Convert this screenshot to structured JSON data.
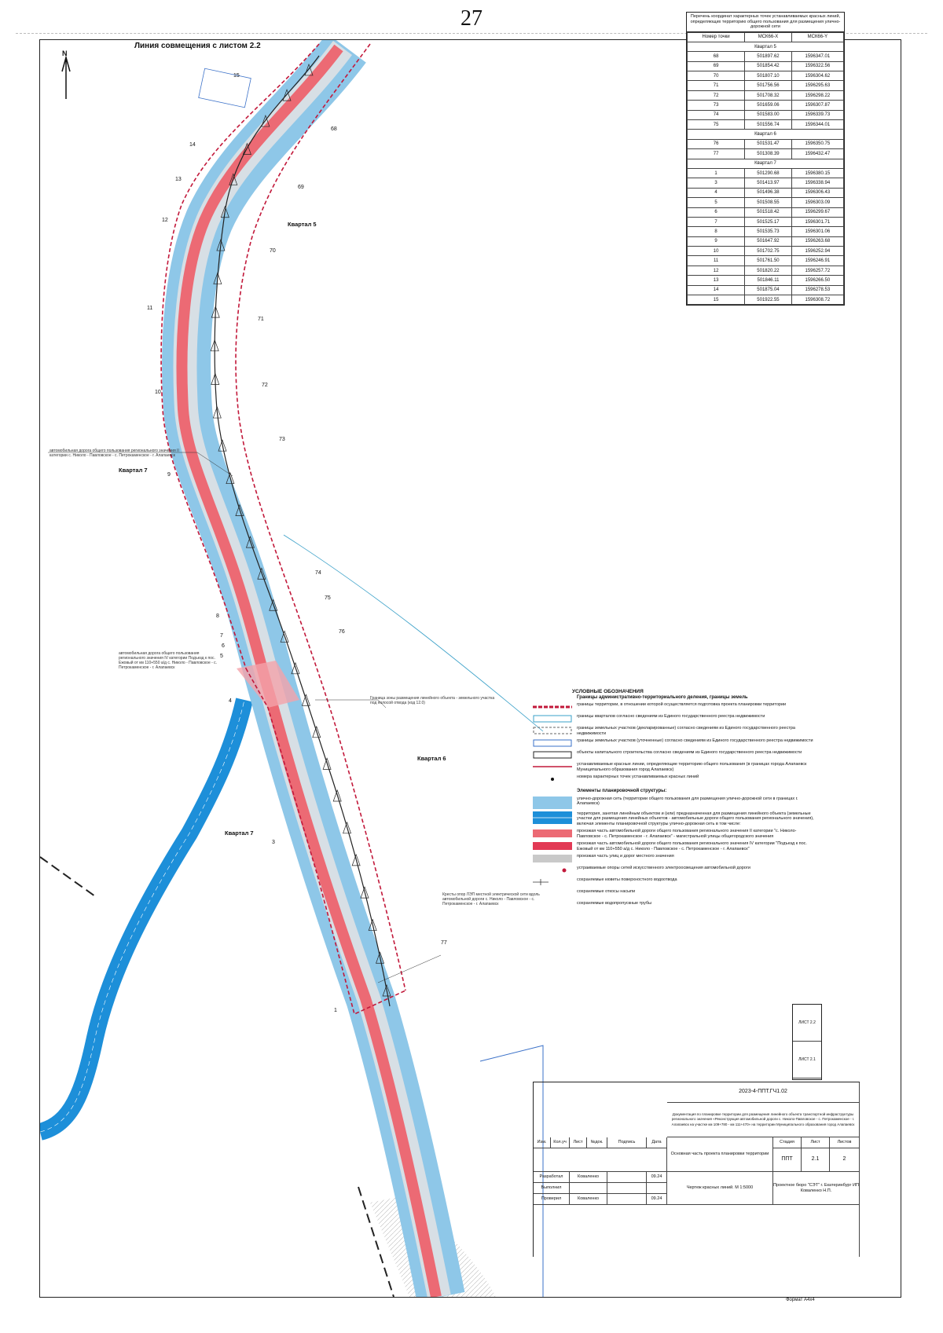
{
  "page_number": "27",
  "match_line": "Линия совмещения с листом 2.2",
  "north_label": "N",
  "kvartals": {
    "k5": "Квартал 5",
    "k6": "Квартал 6",
    "k7_upper": "Квартал 7",
    "k7_lower": "Квартал 7"
  },
  "point_labels": {
    "left": [
      "15",
      "14",
      "13",
      "12",
      "11",
      "10",
      "9",
      "8",
      "7",
      "6",
      "5",
      "4",
      "3",
      "1"
    ],
    "right": [
      "68",
      "69",
      "70",
      "71",
      "72",
      "73",
      "74",
      "75",
      "76",
      "77"
    ]
  },
  "notes": {
    "road_left": "автомобильная дорога общего пользования регионального значения II категории с. Николо - Павловское - с. Петрокаменское - г. Алапаевск",
    "road_side": "автомобильная дорога общего пользования регионального значения IV категории Подъезд к пос. Ежовый от км 110+550 а/д с. Николо - Павловское - с. Петрокаменское - г. Алапаевск",
    "zone": "Граница зоны размещения линейного объекта - земельного участка под полосой отвода (код 12.0)",
    "lower": "Кресты опор ЛЭП местной электрической сети вдоль автомобильной дороги с. Николо - Павловское - с. Петрокаменское - г. Алапаевск"
  },
  "coord_table": {
    "title": "Перечень координат характерных точек устанавливаемых красных линий, определяющих территорию общего пользования для размещения улично-дорожной сети",
    "headers": [
      "Номер точки",
      "МСК66-X",
      "МСК66-Y"
    ],
    "groups": [
      {
        "name": "Квартал 5",
        "rows": [
          [
            "68",
            "501897.62",
            "1596347.01"
          ],
          [
            "69",
            "501854.42",
            "1596322.56"
          ],
          [
            "70",
            "501807.10",
            "1596304.62"
          ],
          [
            "71",
            "501756.56",
            "1596295.63"
          ],
          [
            "72",
            "501708.32",
            "1596298.22"
          ],
          [
            "73",
            "501659.06",
            "1596307.87"
          ],
          [
            "74",
            "501583.00",
            "1596339.73"
          ],
          [
            "75",
            "501556.74",
            "1596344.01"
          ]
        ]
      },
      {
        "name": "Квартал 6",
        "rows": [
          [
            "76",
            "501531.47",
            "1596350.75"
          ],
          [
            "77",
            "501308.39",
            "1596432.47"
          ]
        ]
      },
      {
        "name": "Квартал 7",
        "rows": [
          [
            "1",
            "501290.68",
            "1596380.15"
          ],
          [
            "3",
            "501413.97",
            "1596338.94"
          ],
          [
            "4",
            "501496.38",
            "1596306.43"
          ],
          [
            "5",
            "501508.55",
            "1596303.09"
          ],
          [
            "6",
            "501518.42",
            "1596299.67"
          ],
          [
            "7",
            "501525.17",
            "1596301.71"
          ],
          [
            "8",
            "501535.73",
            "1596301.06"
          ],
          [
            "9",
            "501647.92",
            "1596263.68"
          ],
          [
            "10",
            "501702.75",
            "1596252.94"
          ],
          [
            "11",
            "501761.50",
            "1596246.91"
          ],
          [
            "12",
            "501820.22",
            "1596257.72"
          ],
          [
            "13",
            "501846.11",
            "1596266.50"
          ],
          [
            "14",
            "501875.04",
            "1596278.53"
          ],
          [
            "15",
            "501922.55",
            "1596308.72"
          ]
        ]
      }
    ]
  },
  "legend": {
    "title": "УСЛОВНЫЕ ОБОЗНАЧЕНИЯ",
    "subtitle": "Границы административно-территориального деления, границы земель",
    "items": [
      "границы территории, в отношении которой осуществляется подготовка проекта планировки территории",
      "границы кварталов согласно сведениям из Единого государственного реестра недвижимости",
      "границы земельных участков (декларированные) согласно сведениям из Единого государственного реестра недвижимости",
      "границы земельных участков (уточненные) согласно сведениям из Единого государственного реестра недвижимости",
      "объекты капитального строительства согласно сведениям из Единого государственного реестра недвижимости",
      "устанавливаемые красные линии, определяющие территорию общего пользования (в границах города Алапаевск Муниципального образования город Алапаевск)",
      "номера характерных точек устанавливаемых красных линий"
    ],
    "elements_title": "Элементы планировочной структуры:",
    "element_items": [
      "улично-дорожная сеть (территории общего пользования для размещения улично-дорожной сети в границах г. Алапаевск)",
      "территория, занятая линейным объектом и (или) предназначенная для размещения линейного объекта (земельные участки для размещения линейных объектов - автомобильные дороги общего пользования регионального значения), включая элементы планировочной структуры улично-дорожная сеть в том числе:",
      "проезжая часть автомобильной дороги общего пользования регионального значения II категории \"с. Николо-Павловское - с. Петрокаменское - г. Алапаевск\" - магистральной улицы общегородского значения",
      "проезжая часть автомобильной дороги общего пользования регионального значения IV категории \"Подъезд к пос. Ежовый от км 110+550 а/д с. Николо - Павловское - с. Петрокаменское - г. Алапаевск\"",
      "проезжая часть улиц и дорог местного значения"
    ],
    "other_items": [
      "устраиваемые опоры сетей искусственного электроосвещения автомобильной дороги",
      "сохраняемые кюветы поверхностного водоотвода",
      "сохраняемые откосы насыпи",
      "сохраняемые водопропускные трубы"
    ]
  },
  "sheet_refs": [
    "ЛИСТ 2.2",
    "ЛИСТ 2.1"
  ],
  "title_block": {
    "code": "2023-4-ППТ.ГЧ1.02",
    "object": "Документация по планировке территории для размещения линейного объекта транспортной инфраструктуры регионального значения «Реконструкция автомобильной дороги с. Николо-Павловское - с. Петрокаменское - г. Алапаевск на участке км 109+780 - км 111+470» на территории Муниципального образования город Алапаевск",
    "cols": [
      "Изм.",
      "Кол.уч",
      "Лист",
      "№док.",
      "Подпись",
      "Дата"
    ],
    "roles": [
      "Разработал",
      "Выполнил",
      "Проверил"
    ],
    "names": [
      "Коваленко",
      "",
      "Коваленко"
    ],
    "dates": [
      "09.24",
      "",
      "09.24"
    ],
    "part": "Основная часть проекта планировки территории",
    "stage_headers": [
      "Стадия",
      "Лист",
      "Листов"
    ],
    "stage_values": [
      "ППТ",
      "2.1",
      "2"
    ],
    "drawing": "Чертеж красных линий. М 1:5000",
    "company": "Проектное бюро \"СЭТ\" г. Екатеринбург ИП Коваленко Н.П."
  },
  "format": "Формат А4х4",
  "colors": {
    "road_blue": "#8ec7e8",
    "road_red": "#ec6a74",
    "side_road": "#1d8fd9",
    "red_line": "#c2183a",
    "carriageway": "#c9c9c9"
  }
}
